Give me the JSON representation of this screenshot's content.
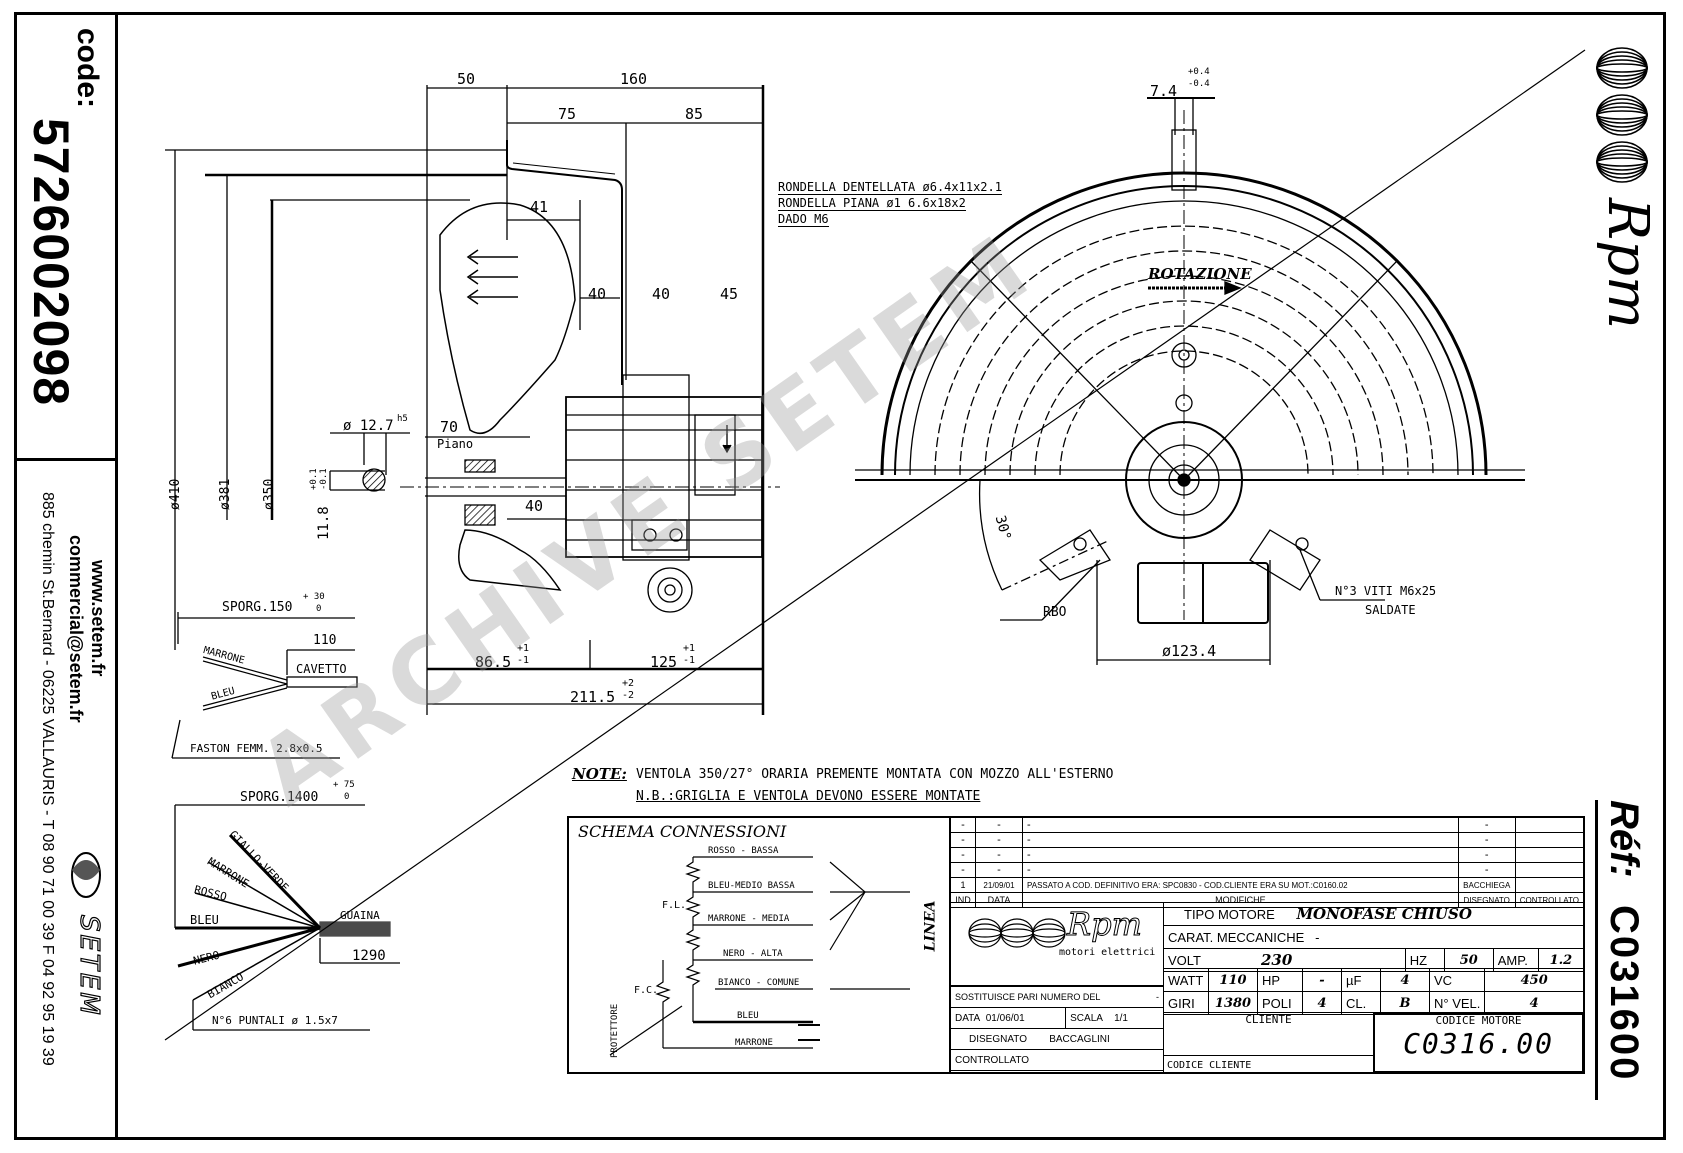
{
  "sidebar": {
    "code_label": "code:",
    "code_value": "5726002098",
    "website": "www.setem.fr",
    "email": "commercial@setem.fr",
    "address": "885 chemin St.Bernard  -  06225 VALLAURIS  -  T 08 90 71 00 39   F 04 92 95 19 39",
    "brand": "SETEM"
  },
  "right_panel": {
    "logo_text": "Rpm",
    "ref_label": "Réf:",
    "ref_value": "C031600"
  },
  "side_view": {
    "dims": {
      "d50": "50",
      "d160": "160",
      "d75": "75",
      "d85": "85",
      "d41": "41",
      "d40a": "40",
      "d40b": "40",
      "d45": "45",
      "d70": "70",
      "d40c": "40",
      "d86": "86.5",
      "d86_tol_plus": "+1",
      "d86_tol_minus": "-1",
      "d125": "125",
      "d125_tol_plus": "+1",
      "d125_tol_minus": "-1",
      "d211": "211.5",
      "d211_tol_plus": "+2",
      "d211_tol_minus": "-2",
      "dia410": "ø410",
      "dia381": "ø381",
      "dia350": "ø350",
      "shaft_dia": "ø 12.7",
      "shaft_fit": "h5",
      "flat": "11.8",
      "flat_tol_plus": "+0.1",
      "flat_tol_minus": "-0.1",
      "piano": "Piano"
    },
    "hardware": [
      "RONDELLA DENTELLATA ø6.4x11x2.1",
      "RONDELLA PIANA ø1 6.6x18x2",
      "DADO M6"
    ]
  },
  "front_view": {
    "tol_plus": "+0.4",
    "tol_minus": "-0.4",
    "dim_74": "7.4",
    "rotation_label": "ROTAZIONE",
    "angle": "30°",
    "rbo": "RBO",
    "dia_123": "ø123.4",
    "screws": "N°3 VITI M6x25",
    "screws_sub": "SALDATE"
  },
  "cable_short": {
    "sporg": "SPORG.150",
    "tol_plus": "+ 30",
    "tol_zero": "0",
    "length": "110",
    "cavetto": "CAVETTO",
    "wires": [
      "MARRONE",
      "BLEU"
    ],
    "faston": "FASTON FEMM. 2.8x0.5"
  },
  "cable_long": {
    "sporg": "SPORG.1400",
    "tol_plus": "+ 75",
    "tol_zero": "0",
    "guaina": "GUAINA",
    "length": "1290",
    "wires": [
      "GIALLO-VERDE",
      "MARRONE",
      "ROSSO",
      "BLEU",
      "NERO",
      "BIANCO"
    ],
    "puntali": "N°6 PUNTALI ø 1.5x7"
  },
  "notes": {
    "note_label": "NOTE:",
    "note_text": "VENTOLA  350/27° ORARIA PREMENTE MONTATA CON MOZZO ALL'ESTERNO",
    "nb_text": "N.B.:GRIGLIA E VENTOLA DEVONO ESSERE MONTATE"
  },
  "schema": {
    "title": "SCHEMA CONNESSIONI",
    "lines": [
      "ROSSO - BASSA",
      "BLEU-MEDIO BASSA",
      "MARRONE - MEDIA",
      "NERO - ALTA",
      "BIANCO - COMUNE"
    ],
    "fl": "F.L.",
    "fc": "F.C.",
    "protettore": "PROTETTORE",
    "bleu": "BLEU",
    "marrone": "MARRONE",
    "linea": "LINEA"
  },
  "revisions": {
    "rows": [
      {
        "ind": "-",
        "data": "-",
        "mod": "-",
        "dis": "-",
        "con": ""
      },
      {
        "ind": "-",
        "data": "-",
        "mod": "-",
        "dis": "-",
        "con": ""
      },
      {
        "ind": "-",
        "data": "-",
        "mod": "-",
        "dis": "-",
        "con": ""
      },
      {
        "ind": "-",
        "data": "-",
        "mod": "-",
        "dis": "-",
        "con": ""
      },
      {
        "ind": "1",
        "data": "21/09/01",
        "mod": "PASSATO A COD. DEFINITIVO ERA: SPC0830 - COD.CLIENTE ERA SU MOT.:C0160.02",
        "dis": "BACCHIEGA",
        "con": ""
      }
    ],
    "header": {
      "ind": "IND",
      "data": "DATA",
      "mod": "MODIFICHE",
      "dis": "DISEGNATO",
      "con": "CONTROLLATO"
    }
  },
  "title_block": {
    "logo_sub": "motori elettrici",
    "tipo_motore_label": "TIPO MOTORE",
    "tipo_motore": "MONOFASE CHIUSO",
    "carat_label": "CARAT. MECCANICHE",
    "carat_value": "-",
    "volt_label": "VOLT",
    "volt": "230",
    "hz_label": "HZ",
    "hz": "50",
    "amp_label": "AMP.",
    "amp": "1.2",
    "watt_label": "WATT",
    "watt": "110",
    "hp_label": "HP",
    "hp": "-",
    "uf_label": "µF",
    "uf": "4",
    "vc_label": "VC",
    "vc": "450",
    "giri_label": "GIRI",
    "giri": "1380",
    "poli_label": "POLI",
    "poli": "4",
    "cl_label": "CL.",
    "cl": "B",
    "nvel_label": "N° VEL.",
    "nvel": "4",
    "sostituisce_label": "SOSTITUISCE PARI NUMERO DEL",
    "sostituisce": "-",
    "data_label": "DATA",
    "data": "01/06/01",
    "scala_label": "SCALA",
    "scala": "1/1",
    "disegnato_label": "DISEGNATO",
    "disegnato": "BACCAGLINI",
    "controllato_label": "CONTROLLATO",
    "cliente_label": "CLIENTE",
    "codice_cliente_label": "CODICE CLIENTE",
    "codice_motore_label": "CODICE MOTORE",
    "codice_motore": "C0316.00"
  },
  "watermark": "ARCHIVE SETEM"
}
